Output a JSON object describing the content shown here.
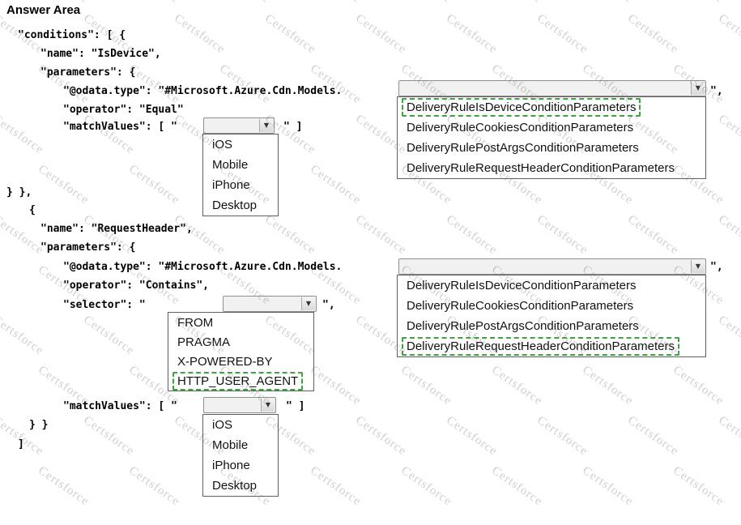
{
  "title": "Answer Area",
  "watermark": {
    "text": "Certsforce"
  },
  "code": {
    "conditions_open": "\"conditions\": [ {",
    "c1_name": "\"name\": \"IsDevice\",",
    "c1_parameters": "\"parameters\": {",
    "odata_label": "\"@odata.type\": \"#Microsoft.Azure.Cdn.Models.",
    "odata_suffix": "\",",
    "c1_operator": "\"operator\": \"Equal\"",
    "matchvalues_label": "\"matchValues\": [ \"",
    "matchvalues_suffix": "\" ]",
    "c1_close": "} },",
    "c2_open": "{",
    "c2_name": "\"name\": \"RequestHeader\",",
    "c2_parameters": "\"parameters\": {",
    "c2_operator": "\"operator\": \"Contains\",",
    "selector_label": "\"selector\": \"",
    "selector_suffix": "\",",
    "c2_close": "} }",
    "conditions_close": "]"
  },
  "lists": {
    "model_options": [
      "DeliveryRuleIsDeviceConditionParameters",
      "DeliveryRuleCookiesConditionParameters",
      "DeliveryRulePostArgsConditionParameters",
      "DeliveryRuleRequestHeaderConditionParameters"
    ],
    "device_options": [
      "iOS",
      "Mobile",
      "iPhone",
      "Desktop"
    ],
    "header_options": [
      "FROM",
      "PRAGMA",
      "X-POWERED-BY",
      "HTTP_USER_AGENT"
    ]
  },
  "selected_options": {
    "condition1_model": "DeliveryRuleIsDeviceConditionParameters",
    "condition2_model": "DeliveryRuleRequestHeaderConditionParameters",
    "condition2_selector": "HTTP_USER_AGENT"
  },
  "colors": {
    "selection_dashed": "#3fa33f",
    "watermark_gray": "#6e6e6e"
  }
}
